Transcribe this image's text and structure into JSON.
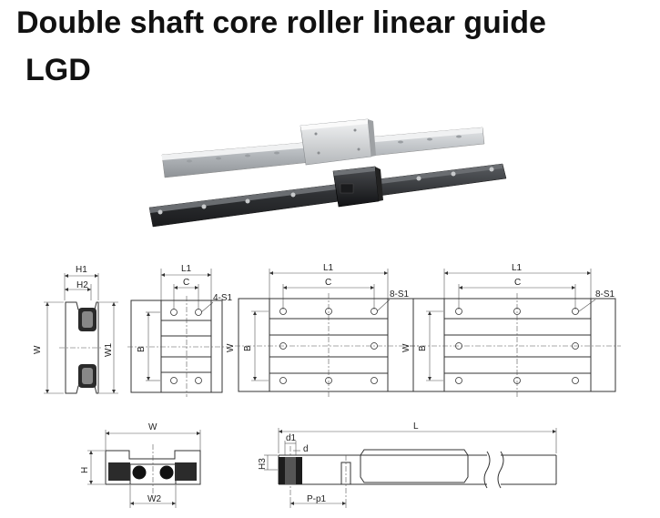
{
  "title": "Double shaft core roller linear guide",
  "model": "LGD",
  "labels": {
    "H1": "H1",
    "H2": "H2",
    "W": "W",
    "W1": "W1",
    "L1": "L1",
    "C": "C",
    "B": "B",
    "S4": "4-S1",
    "S8": "8-S1",
    "H": "H",
    "W2": "W2",
    "L": "L",
    "d1": "d1",
    "d": "d",
    "H3": "H3",
    "Pp1": "P-p1"
  }
}
